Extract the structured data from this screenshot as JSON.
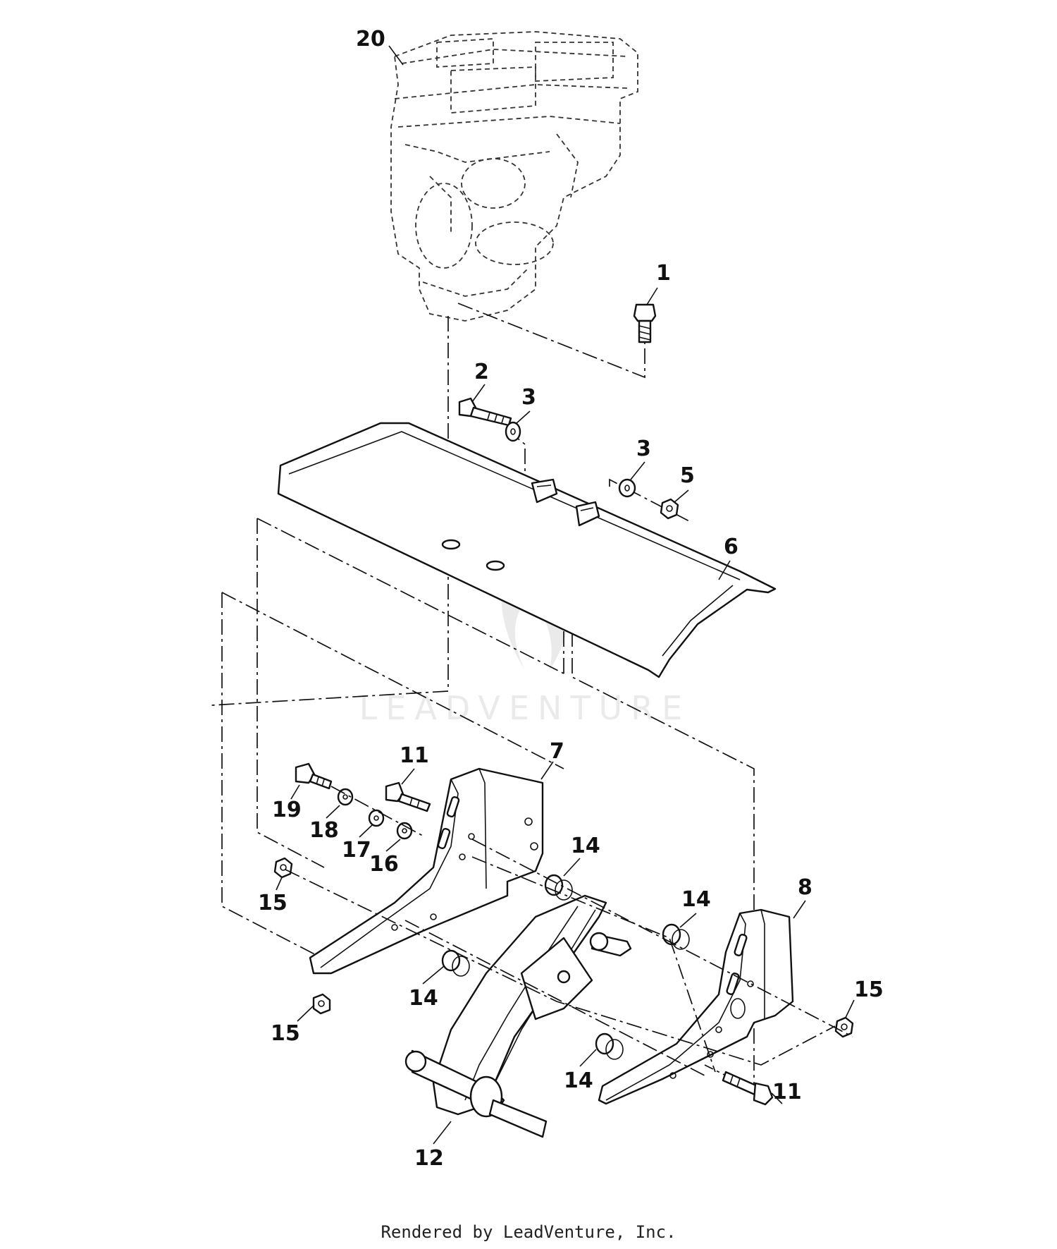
{
  "watermark": "LEADVENTURE",
  "footer": "Rendered by LeadVenture, Inc.",
  "callouts": [
    {
      "id": "c20",
      "label": "20"
    },
    {
      "id": "c1",
      "label": "1"
    },
    {
      "id": "c2",
      "label": "2"
    },
    {
      "id": "c3a",
      "label": "3"
    },
    {
      "id": "c3b",
      "label": "3"
    },
    {
      "id": "c5",
      "label": "5"
    },
    {
      "id": "c6",
      "label": "6"
    },
    {
      "id": "c7",
      "label": "7"
    },
    {
      "id": "c11a",
      "label": "11"
    },
    {
      "id": "c19",
      "label": "19"
    },
    {
      "id": "c18",
      "label": "18"
    },
    {
      "id": "c17",
      "label": "17"
    },
    {
      "id": "c16",
      "label": "16"
    },
    {
      "id": "c14a",
      "label": "14"
    },
    {
      "id": "c14b",
      "label": "14"
    },
    {
      "id": "c8",
      "label": "8"
    },
    {
      "id": "c15a",
      "label": "15"
    },
    {
      "id": "c15b",
      "label": "15"
    },
    {
      "id": "c14c",
      "label": "14"
    },
    {
      "id": "c15c",
      "label": "15"
    },
    {
      "id": "c14d",
      "label": "14"
    },
    {
      "id": "c11b",
      "label": "11"
    },
    {
      "id": "c12",
      "label": "12"
    }
  ]
}
